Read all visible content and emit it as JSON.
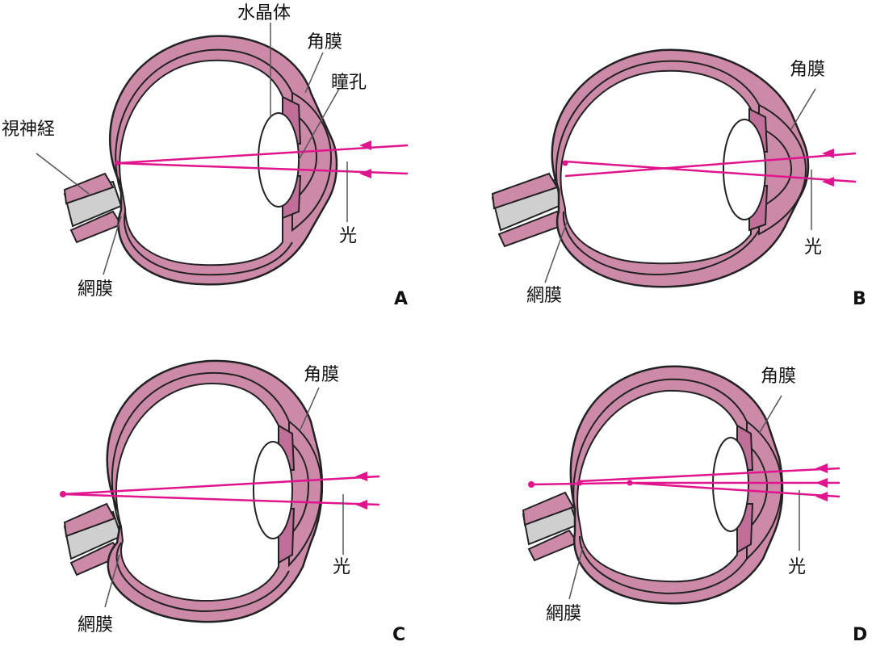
{
  "colors": {
    "tissue": "#cc8aa8",
    "tissue_dark": "#c07098",
    "outline": "#222222",
    "light_ray": "#e0148c",
    "nerve": "#cfcfcf",
    "background": "#ffffff"
  },
  "panels": [
    {
      "letter": "A",
      "labels": {
        "optic_nerve": "視神経",
        "lens": "水晶体",
        "cornea": "角膜",
        "pupil": "瞳孔",
        "light": "光",
        "retina": "網膜"
      }
    },
    {
      "letter": "B",
      "labels": {
        "cornea": "角膜",
        "light": "光",
        "retina": "網膜"
      }
    },
    {
      "letter": "C",
      "labels": {
        "cornea": "角膜",
        "light": "光",
        "retina": "網膜"
      }
    },
    {
      "letter": "D",
      "labels": {
        "cornea": "角膜",
        "light": "光",
        "retina": "網膜"
      }
    }
  ]
}
